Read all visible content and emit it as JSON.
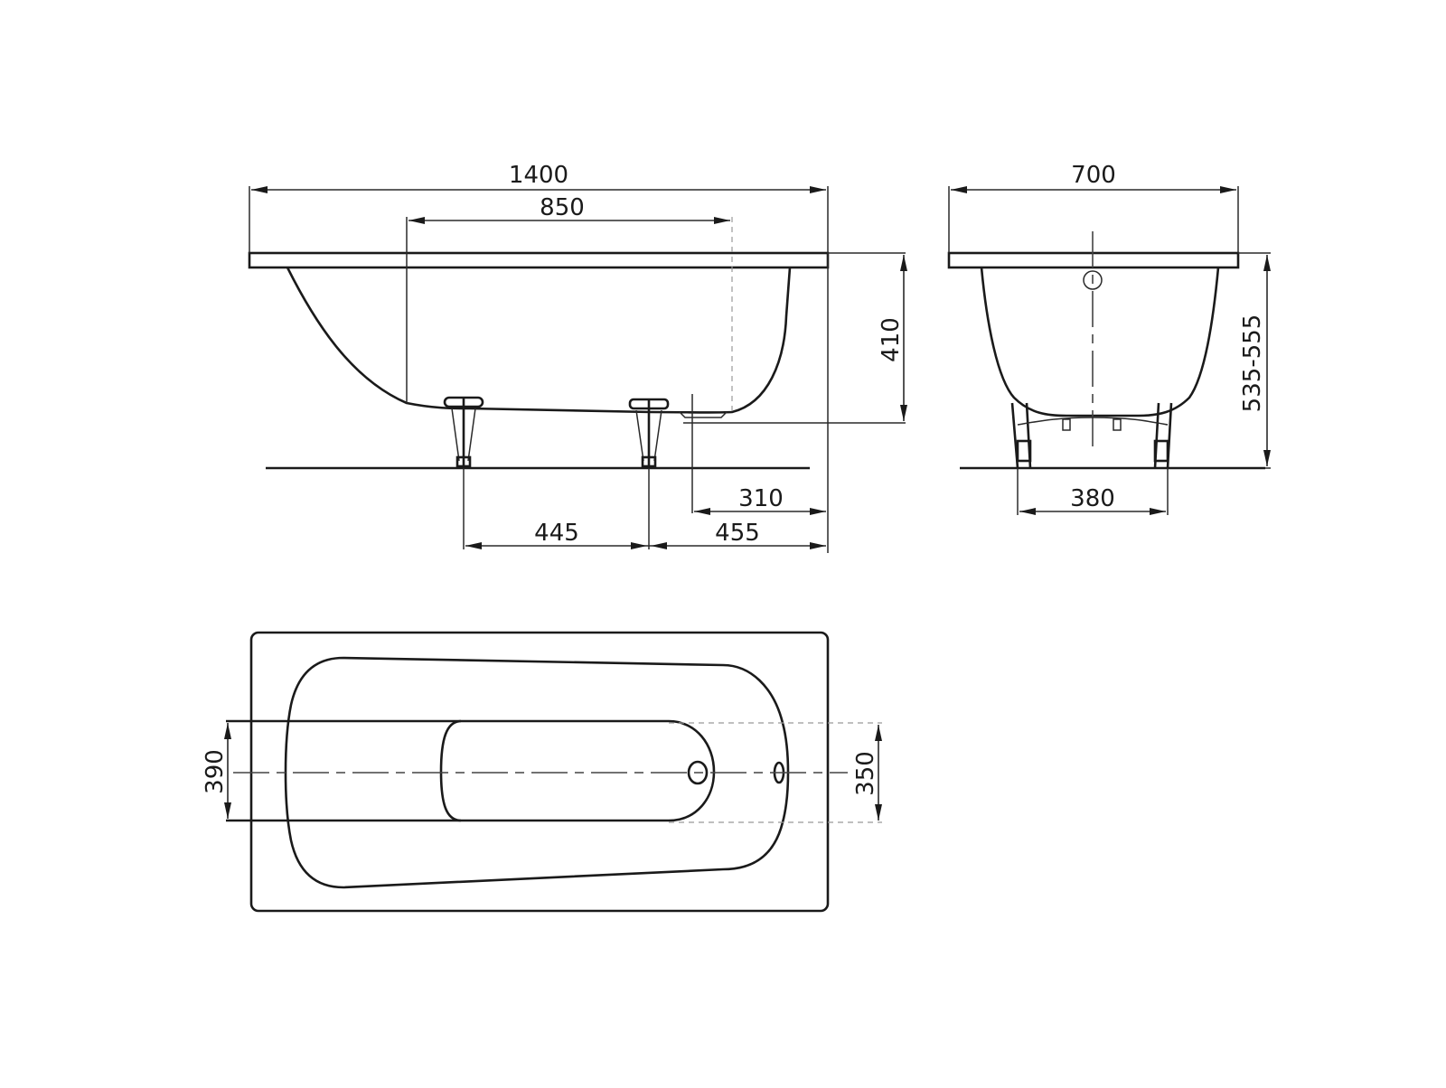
{
  "drawing": {
    "subject": "Bathtub technical dimension drawing",
    "units": "mm",
    "colors": {
      "line": "#1a1a1a",
      "background": "#ffffff"
    }
  },
  "side_view": {
    "dims": {
      "overall_length": "1400",
      "inner_length": "850",
      "depth": "410",
      "drain_offset": "310",
      "leg_spacing": "445",
      "leg_to_end": "455"
    }
  },
  "end_view": {
    "dims": {
      "overall_width": "700",
      "height_range": "535-555",
      "leg_span": "380"
    }
  },
  "top_view": {
    "dims": {
      "left_width": "390",
      "right_width": "350"
    }
  }
}
